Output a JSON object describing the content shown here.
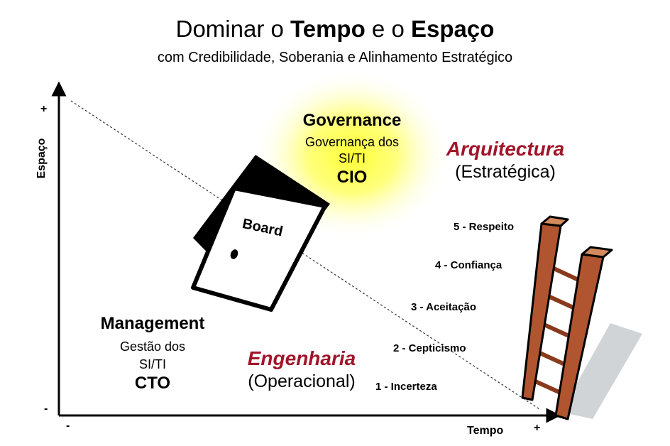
{
  "title": {
    "pre1": "Dominar o ",
    "bold1": "Tempo",
    "mid": " e o ",
    "bold2": "Espaço"
  },
  "subtitle": "com Credibilidade, Soberania e Alinhamento Estratégico",
  "axes": {
    "y_label": "Espaço",
    "x_label": "Tempo",
    "y_plus": "+",
    "y_minus": "-",
    "x_minus": "-",
    "x_plus": "+"
  },
  "governance": {
    "heading": "Governance",
    "line1": "Governança dos",
    "line2": "SI/TI",
    "role": "CIO"
  },
  "management": {
    "heading": "Management",
    "line1": "Gestão dos",
    "line2": "SI/TI",
    "role": "CTO"
  },
  "arquitectura": {
    "name": "Arquitectura",
    "sub": "(Estratégica)"
  },
  "engenharia": {
    "name": "Engenharia",
    "sub": "(Operacional)"
  },
  "door_label": "Board",
  "steps": [
    "5 - Respeito",
    "4 - Confiança",
    "3 - Aceitação",
    "2 - Cepticismo",
    "1 - Incerteza"
  ],
  "colors": {
    "accent": "#a0152a",
    "glow": "#ffff33",
    "ladder": "#b0552f"
  }
}
